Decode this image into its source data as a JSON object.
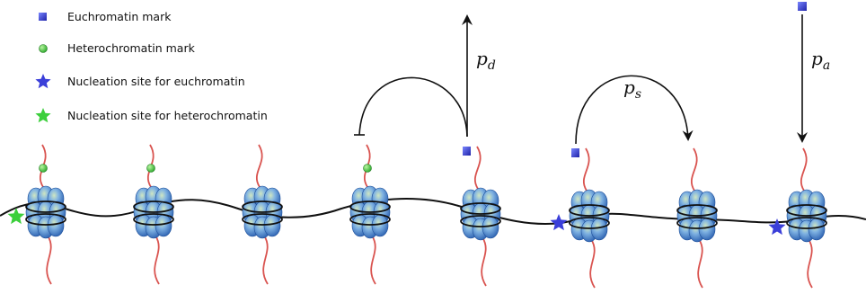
{
  "legend": {
    "items": [
      {
        "symbol": "euchromatin-square",
        "label": "Euchromatin mark"
      },
      {
        "symbol": "heterochromatin-dot",
        "label": "Heterochromatin mark"
      },
      {
        "symbol": "euchromatin-star",
        "label": "Nucleation site for euchromatin"
      },
      {
        "symbol": "heterochromatin-star",
        "label": "Nucleation site for heterochromatin"
      }
    ]
  },
  "rates": {
    "pd": {
      "base": "p",
      "sub": "d"
    },
    "ps": {
      "base": "p",
      "sub": "s"
    },
    "pa": {
      "base": "p",
      "sub": "a"
    }
  },
  "colors": {
    "euchromatin": "#3b3fd9",
    "heterochromatin": "#3ccf3c",
    "histone_tail": "#d9534f",
    "dna": "#111111",
    "nucleosome": "#4f8ad6"
  },
  "nucleosomes": [
    {
      "id": 1,
      "mark": "heterochromatin",
      "nucleation": "heterochromatin"
    },
    {
      "id": 2,
      "mark": "heterochromatin",
      "nucleation": "none"
    },
    {
      "id": 3,
      "mark": "none",
      "nucleation": "none"
    },
    {
      "id": 4,
      "mark": "heterochromatin",
      "nucleation": "none"
    },
    {
      "id": 5,
      "mark": "euchromatin",
      "nucleation": "none"
    },
    {
      "id": 6,
      "mark": "euchromatin",
      "nucleation": "euchromatin"
    },
    {
      "id": 7,
      "mark": "none",
      "nucleation": "none"
    },
    {
      "id": 8,
      "mark": "none",
      "nucleation": "euchromatin"
    }
  ]
}
